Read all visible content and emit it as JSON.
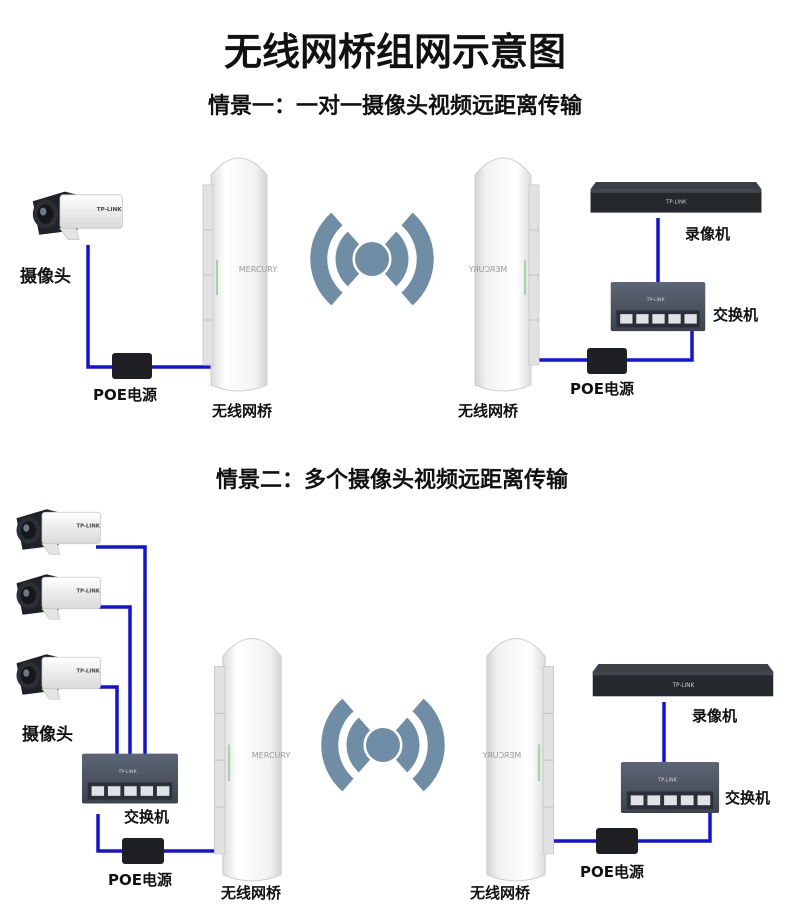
{
  "title": "无线网桥组网示意图",
  "scenario1": {
    "heading": "情景一：一对一摄像头视频远距离传输",
    "camera_label": "摄像头",
    "poe_left_label": "POE电源",
    "bridge_left_label": "无线网桥",
    "bridge_right_label": "无线网桥",
    "poe_right_label": "POE电源",
    "nvr_label": "录像机",
    "switch_label": "交换机"
  },
  "scenario2": {
    "heading": "情景二：多个摄像头视频远距离传输",
    "camera_label": "摄像头",
    "switch_left_label": "交换机",
    "poe_left_label": "POE电源",
    "bridge_left_label": "无线网桥",
    "bridge_right_label": "无线网桥",
    "poe_right_label": "POE电源",
    "nvr_label": "录像机",
    "switch_right_label": "交换机"
  },
  "device_text": {
    "bridge_brand": "MERCURY",
    "bridge_brand_mirrored": "MERCURY",
    "camera_brand": "TP-LINK",
    "nvr_brand": "TP-LINK",
    "switch_brand": "TP-LINK"
  },
  "colors": {
    "cable": "#1212e0",
    "wave": "#6f8ea6",
    "bridge_body": "#f3f3f3",
    "device_dark": "#2b2e33",
    "switch_body": "#4a5260"
  }
}
